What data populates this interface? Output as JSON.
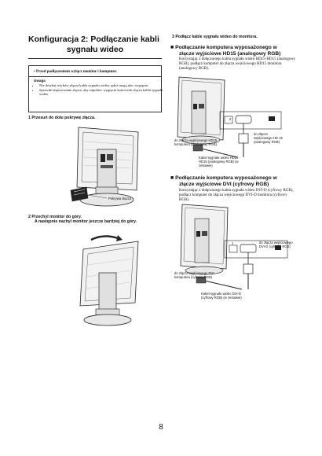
{
  "header": {
    "title_line1": "Konfiguracja 2: Podłączanie kabli",
    "title_line2": "sygnału wideo"
  },
  "warning": {
    "main": "Przed podłączeniem wyłącz monitor i komputer.",
    "heading": "Uwaga",
    "items": [
      "Nie dotykaj wtyków złącza kabla sygnału wideo, gdyż mogą ulec wygięciu.",
      "Sprawdź dopasowanie złącza, aby zapobiec wygięciu końcówek złącza kabla sygnału wideo."
    ]
  },
  "step1": {
    "label": "1  Przesuń do dołu pokrywę złącza.",
    "cover_caption": "Pokrywa złącza"
  },
  "step2": {
    "line1": "2  Przechyl monitor do góry.",
    "line2": "A następnie nachyl monitor jeszcze bardziej do góry."
  },
  "step3": {
    "label": "3  Podłącz kable sygnału wideo do monitora."
  },
  "section_hd15": {
    "heading_line1": "Podłączanie komputera wyposażonego w",
    "heading_line2": "złącze wyjściowe HD15 (analogowy RGB)",
    "body": "Korzystając z dołączonego kabla sygnału wideo HD15-HD15 (analogowy RGB), podłącz komputer do złącza wejściowego HD15 monitora (analogowy RGB).",
    "cap_computer": "do złącza wyjściowego HD15 komputera (analogowy RGB)",
    "cap_input": "do złącza wejściowego HD 15 (analogowy RGB)",
    "cap_cable": "Kabel sygnału wideo HD15 - HD15 (analogowy RGB) (w zestawie)",
    "port_label": "2"
  },
  "section_dvi": {
    "heading_line1": "Podłączanie komputera wyposażonego w",
    "heading_line2": "złącze wyjściowe DVI (cyfrowy RGB)",
    "body": "Korzystając z dołączonego kabla sygnału wideo DVI-D (cyfrowy RGB), podłącz komputer do złącza wejściowego DVI-D monitora (cyfrowy RGB).",
    "cap_input": "do złącza wejściowego DVI-D (cyfrowy RGB)",
    "cap_computer": "do złącza wyjściowego DVI komputera (cyfrowy RGB)",
    "cap_cable": "Kabel sygnału wideo DVI-D (cyfrowy RGB) (w zestawie)",
    "port_label": "1"
  },
  "footer": {
    "page_number": "8"
  }
}
